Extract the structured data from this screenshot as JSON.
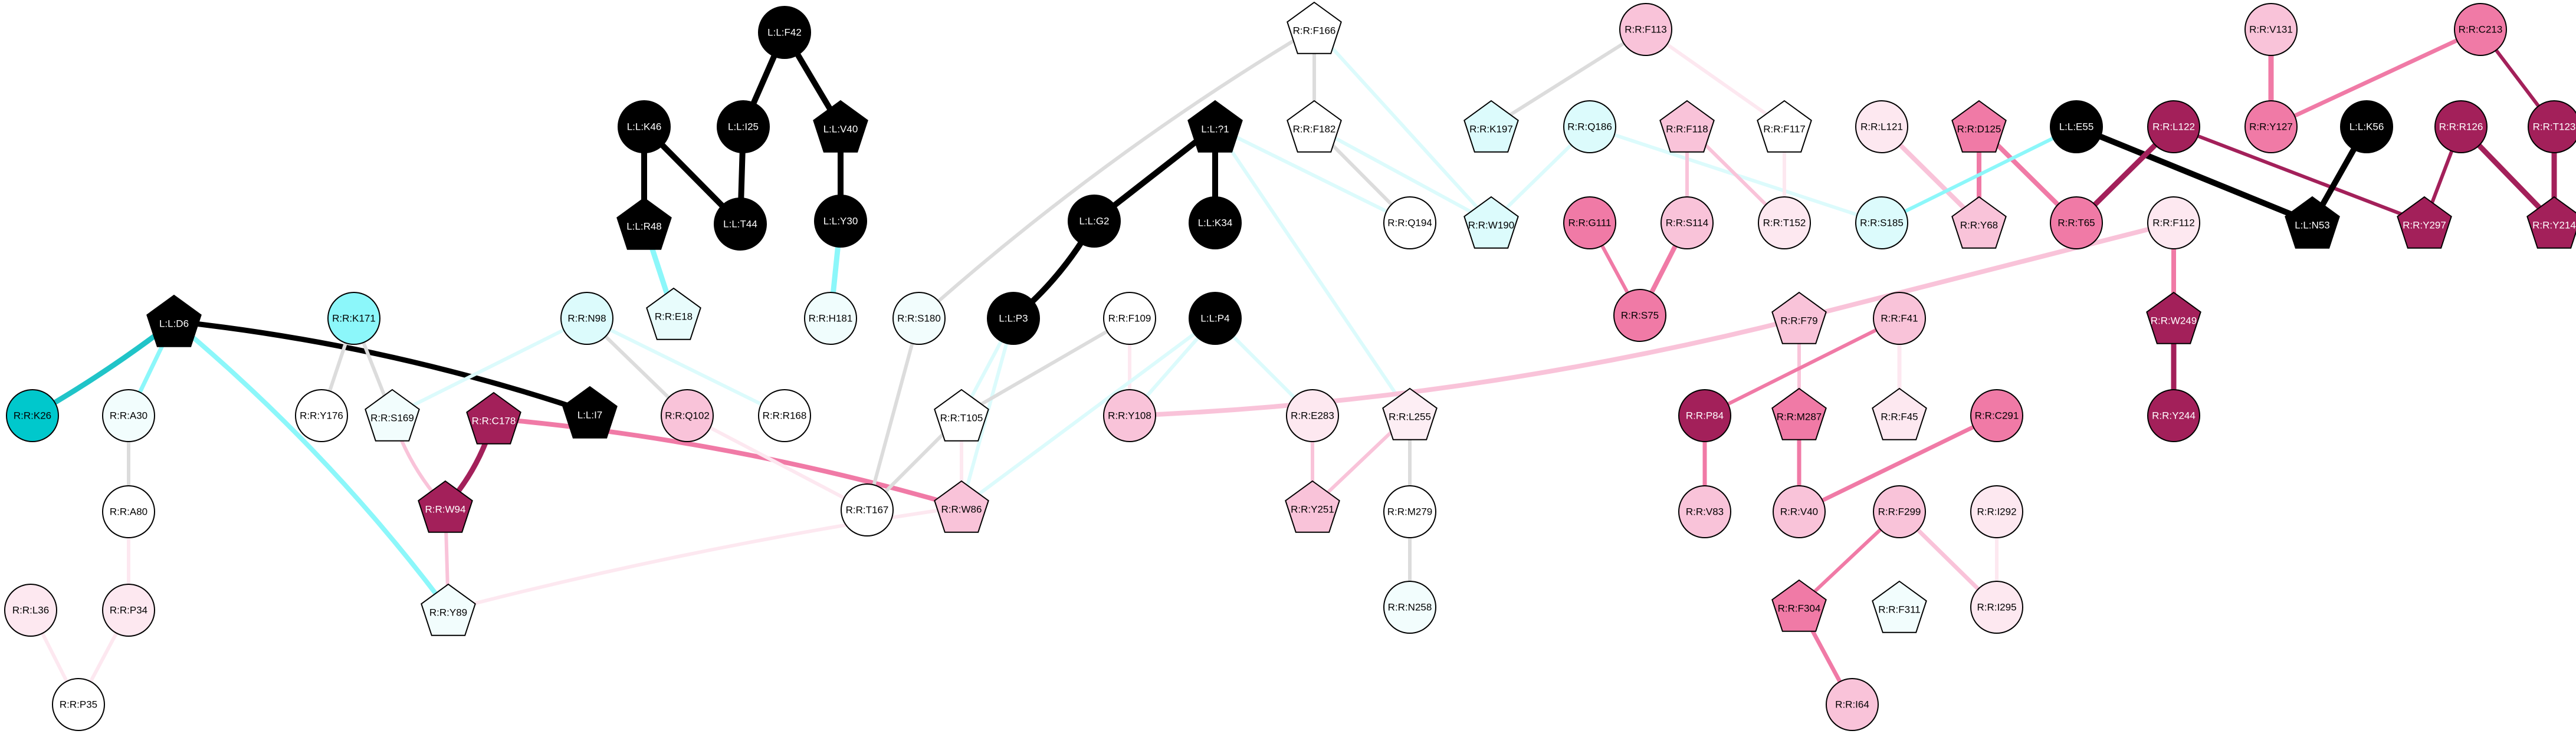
{
  "graph": {
    "nodes": [
      {
        "id": "L:L:F42",
        "shape": "circle",
        "fill": "#000000",
        "text": "#ffffff"
      },
      {
        "id": "L:L:K46",
        "shape": "circle",
        "fill": "#000000",
        "text": "#ffffff"
      },
      {
        "id": "L:L:I25",
        "shape": "circle",
        "fill": "#000000",
        "text": "#ffffff"
      },
      {
        "id": "L:L:V40",
        "shape": "pentagon",
        "fill": "#000000",
        "text": "#ffffff"
      },
      {
        "id": "L:L:R48",
        "shape": "pentagon",
        "fill": "#000000",
        "text": "#ffffff"
      },
      {
        "id": "L:L:T44",
        "shape": "circle",
        "fill": "#000000",
        "text": "#ffffff"
      },
      {
        "id": "L:L:Y30",
        "shape": "circle",
        "fill": "#000000",
        "text": "#ffffff"
      },
      {
        "id": "R:R:E18",
        "shape": "pentagon",
        "fill": "#e8fcfc",
        "text": "#000000"
      },
      {
        "id": "R:R:H181",
        "shape": "circle",
        "fill": "#f0fdfd",
        "text": "#000000"
      },
      {
        "id": "L:L:D6",
        "shape": "pentagon",
        "fill": "#000000",
        "text": "#ffffff"
      },
      {
        "id": "R:R:K26",
        "shape": "circle",
        "fill": "#00c8cc",
        "text": "#000000"
      },
      {
        "id": "R:R:K171",
        "shape": "circle",
        "fill": "#8cf7fa",
        "text": "#000000"
      },
      {
        "id": "R:R:N98",
        "shape": "circle",
        "fill": "#dcfbfc",
        "text": "#000000"
      },
      {
        "id": "R:R:A30",
        "shape": "circle",
        "fill": "#f2fdfd",
        "text": "#000000"
      },
      {
        "id": "R:R:Y176",
        "shape": "circle",
        "fill": "#ffffff",
        "text": "#000000"
      },
      {
        "id": "R:R:S169",
        "shape": "pentagon",
        "fill": "#f2fdfd",
        "text": "#000000"
      },
      {
        "id": "R:R:C178",
        "shape": "pentagon",
        "fill": "#a3205a",
        "text": "#ffffff"
      },
      {
        "id": "L:L:I7",
        "shape": "pentagon",
        "fill": "#000000",
        "text": "#ffffff"
      },
      {
        "id": "R:R:Q102",
        "shape": "circle",
        "fill": "#f9c3d9",
        "text": "#000000"
      },
      {
        "id": "R:R:R168",
        "shape": "circle",
        "fill": "#ffffff",
        "text": "#000000"
      },
      {
        "id": "R:R:A80",
        "shape": "circle",
        "fill": "#ffffff",
        "text": "#000000"
      },
      {
        "id": "R:R:W94",
        "shape": "pentagon",
        "fill": "#a3205a",
        "text": "#ffffff"
      },
      {
        "id": "R:R:L36",
        "shape": "circle",
        "fill": "#fde8f0",
        "text": "#000000"
      },
      {
        "id": "R:R:P34",
        "shape": "circle",
        "fill": "#fde8f0",
        "text": "#000000"
      },
      {
        "id": "R:R:Y89",
        "shape": "pentagon",
        "fill": "#f2fdfd",
        "text": "#000000"
      },
      {
        "id": "R:R:P35",
        "shape": "circle",
        "fill": "#ffffff",
        "text": "#000000"
      },
      {
        "id": "R:R:F166",
        "shape": "pentagon",
        "fill": "#ffffff",
        "text": "#000000"
      },
      {
        "id": "R:R:F182",
        "shape": "pentagon",
        "fill": "#ffffff",
        "text": "#000000"
      },
      {
        "id": "L:L:?1",
        "shape": "pentagon",
        "fill": "#000000",
        "text": "#ffffff"
      },
      {
        "id": "R:R:Q194",
        "shape": "circle",
        "fill": "#ffffff",
        "text": "#000000"
      },
      {
        "id": "L:L:G2",
        "shape": "circle",
        "fill": "#000000",
        "text": "#ffffff"
      },
      {
        "id": "L:L:K34",
        "shape": "circle",
        "fill": "#000000",
        "text": "#ffffff"
      },
      {
        "id": "R:R:S180",
        "shape": "circle",
        "fill": "#f2fdfd",
        "text": "#000000"
      },
      {
        "id": "L:L:P3",
        "shape": "circle",
        "fill": "#000000",
        "text": "#ffffff"
      },
      {
        "id": "R:R:F109",
        "shape": "circle",
        "fill": "#ffffff",
        "text": "#000000"
      },
      {
        "id": "L:L:P4",
        "shape": "circle",
        "fill": "#000000",
        "text": "#ffffff"
      },
      {
        "id": "R:R:T105",
        "shape": "pentagon",
        "fill": "#ffffff",
        "text": "#000000"
      },
      {
        "id": "R:R:Y108",
        "shape": "circle",
        "fill": "#f9c3d9",
        "text": "#000000"
      },
      {
        "id": "R:R:E283",
        "shape": "circle",
        "fill": "#fde8f0",
        "text": "#000000"
      },
      {
        "id": "R:R:L255",
        "shape": "pentagon",
        "fill": "#fdeef4",
        "text": "#000000"
      },
      {
        "id": "R:R:T167",
        "shape": "circle",
        "fill": "#ffffff",
        "text": "#000000"
      },
      {
        "id": "R:R:W86",
        "shape": "pentagon",
        "fill": "#f9c3d9",
        "text": "#000000"
      },
      {
        "id": "R:R:Y251",
        "shape": "pentagon",
        "fill": "#f9c3d9",
        "text": "#000000"
      },
      {
        "id": "R:R:M279",
        "shape": "circle",
        "fill": "#ffffff",
        "text": "#000000"
      },
      {
        "id": "R:R:N258",
        "shape": "circle",
        "fill": "#f2fdfd",
        "text": "#000000"
      },
      {
        "id": "R:R:F113",
        "shape": "circle",
        "fill": "#f9c3d9",
        "text": "#000000"
      },
      {
        "id": "R:R:K197",
        "shape": "pentagon",
        "fill": "#dcfbfc",
        "text": "#000000"
      },
      {
        "id": "R:R:Q186",
        "shape": "circle",
        "fill": "#dcfbfc",
        "text": "#000000"
      },
      {
        "id": "R:R:F118",
        "shape": "pentagon",
        "fill": "#f9c3d9",
        "text": "#000000"
      },
      {
        "id": "R:R:F117",
        "shape": "pentagon",
        "fill": "#ffffff",
        "text": "#000000"
      },
      {
        "id": "R:R:W190",
        "shape": "pentagon",
        "fill": "#dcfbfc",
        "text": "#000000"
      },
      {
        "id": "R:R:G111",
        "shape": "circle",
        "fill": "#f07aa6",
        "text": "#000000"
      },
      {
        "id": "R:R:S114",
        "shape": "circle",
        "fill": "#f9c3d9",
        "text": "#000000"
      },
      {
        "id": "R:R:T152",
        "shape": "circle",
        "fill": "#fde8f0",
        "text": "#000000"
      },
      {
        "id": "R:R:S75",
        "shape": "circle",
        "fill": "#f07aa6",
        "text": "#000000"
      },
      {
        "id": "R:R:L121",
        "shape": "circle",
        "fill": "#fde8f0",
        "text": "#000000"
      },
      {
        "id": "R:R:D125",
        "shape": "pentagon",
        "fill": "#f07aa6",
        "text": "#000000"
      },
      {
        "id": "L:L:E55",
        "shape": "circle",
        "fill": "#000000",
        "text": "#ffffff"
      },
      {
        "id": "R:R:S185",
        "shape": "circle",
        "fill": "#dcfbfc",
        "text": "#000000"
      },
      {
        "id": "R:R:Y68",
        "shape": "pentagon",
        "fill": "#f9c3d9",
        "text": "#000000"
      },
      {
        "id": "R:R:T65",
        "shape": "circle",
        "fill": "#f07aa6",
        "text": "#000000"
      },
      {
        "id": "R:R:L122",
        "shape": "circle",
        "fill": "#a3205a",
        "text": "#ffffff"
      },
      {
        "id": "R:R:V131",
        "shape": "circle",
        "fill": "#f9c3d9",
        "text": "#000000"
      },
      {
        "id": "R:R:C213",
        "shape": "circle",
        "fill": "#f07aa6",
        "text": "#000000"
      },
      {
        "id": "L:L:K56",
        "shape": "circle",
        "fill": "#000000",
        "text": "#ffffff"
      },
      {
        "id": "R:R:R126",
        "shape": "circle",
        "fill": "#a3205a",
        "text": "#ffffff"
      },
      {
        "id": "R:R:T123",
        "shape": "circle",
        "fill": "#a3205a",
        "text": "#ffffff"
      },
      {
        "id": "R:R:Y127",
        "shape": "circle",
        "fill": "#f07aa6",
        "text": "#000000"
      },
      {
        "id": "L:L:N53",
        "shape": "pentagon",
        "fill": "#000000",
        "text": "#ffffff"
      },
      {
        "id": "R:R:Y297",
        "shape": "pentagon",
        "fill": "#a3205a",
        "text": "#ffffff"
      },
      {
        "id": "R:R:Y214",
        "shape": "pentagon",
        "fill": "#a3205a",
        "text": "#ffffff"
      },
      {
        "id": "R:R:F112",
        "shape": "circle",
        "fill": "#fde8f0",
        "text": "#000000"
      },
      {
        "id": "R:R:W249",
        "shape": "pentagon",
        "fill": "#a3205a",
        "text": "#ffffff"
      },
      {
        "id": "R:R:Y244",
        "shape": "circle",
        "fill": "#a3205a",
        "text": "#ffffff"
      },
      {
        "id": "R:R:F79",
        "shape": "pentagon",
        "fill": "#f9c3d9",
        "text": "#000000"
      },
      {
        "id": "R:R:F41",
        "shape": "circle",
        "fill": "#f9c3d9",
        "text": "#000000"
      },
      {
        "id": "R:R:P84",
        "shape": "circle",
        "fill": "#a3205a",
        "text": "#ffffff"
      },
      {
        "id": "R:R:M287",
        "shape": "pentagon",
        "fill": "#f07aa6",
        "text": "#000000"
      },
      {
        "id": "R:R:F45",
        "shape": "pentagon",
        "fill": "#fde8f0",
        "text": "#000000"
      },
      {
        "id": "R:R:C291",
        "shape": "circle",
        "fill": "#f07aa6",
        "text": "#000000"
      },
      {
        "id": "R:R:V83",
        "shape": "circle",
        "fill": "#f9c3d9",
        "text": "#000000"
      },
      {
        "id": "R:R:V40",
        "shape": "circle",
        "fill": "#f9c3d9",
        "text": "#000000"
      },
      {
        "id": "R:R:F299",
        "shape": "circle",
        "fill": "#f9c3d9",
        "text": "#000000"
      },
      {
        "id": "R:R:I292",
        "shape": "circle",
        "fill": "#fde8f0",
        "text": "#000000"
      },
      {
        "id": "R:R:F304",
        "shape": "pentagon",
        "fill": "#f07aa6",
        "text": "#000000"
      },
      {
        "id": "R:R:F311",
        "shape": "pentagon",
        "fill": "#f2fdfd",
        "text": "#000000"
      },
      {
        "id": "R:R:I295",
        "shape": "circle",
        "fill": "#fde8f0",
        "text": "#000000"
      },
      {
        "id": "R:R:I64",
        "shape": "circle",
        "fill": "#f9c3d9",
        "text": "#000000"
      }
    ],
    "edges": [
      {
        "a": "L:L:F42",
        "b": "L:L:I25",
        "color": "#000000"
      },
      {
        "a": "L:L:F42",
        "b": "L:L:V40",
        "color": "#000000"
      },
      {
        "a": "L:L:K46",
        "b": "L:L:R48",
        "color": "#000000"
      },
      {
        "a": "L:L:K46",
        "b": "L:L:T44",
        "color": "#000000"
      },
      {
        "a": "L:L:I25",
        "b": "L:L:T44",
        "color": "#000000"
      },
      {
        "a": "L:L:V40",
        "b": "L:L:Y30",
        "color": "#000000"
      },
      {
        "a": "L:L:R48",
        "b": "R:R:E18",
        "color": "#8cf7fa"
      },
      {
        "a": "L:L:Y30",
        "b": "R:R:H181",
        "color": "#8cf7fa"
      },
      {
        "a": "L:L:D6",
        "b": "R:R:K26",
        "color": "#20c4c8"
      },
      {
        "a": "L:L:D6",
        "b": "R:R:A30",
        "color": "#8cf7fa"
      },
      {
        "a": "L:L:D6",
        "b": "L:L:I7",
        "color": "#000000"
      },
      {
        "a": "L:L:D6",
        "b": "R:R:Y89",
        "color": "#8cf7fa"
      },
      {
        "a": "R:R:K171",
        "b": "R:R:Y176",
        "color": "#dcdcdc"
      },
      {
        "a": "R:R:K171",
        "b": "R:R:S169",
        "color": "#dcdcdc"
      },
      {
        "a": "R:R:N98",
        "b": "R:R:Q102",
        "color": "#dcdcdc"
      },
      {
        "a": "R:R:N98",
        "b": "R:R:S169",
        "color": "#dcfbfc"
      },
      {
        "a": "R:R:N98",
        "b": "R:R:R168",
        "color": "#dcfbfc"
      },
      {
        "a": "R:R:A30",
        "b": "R:R:A80",
        "color": "#dcdcdc"
      },
      {
        "a": "R:R:S169",
        "b": "R:R:W94",
        "color": "#f9c3d9"
      },
      {
        "a": "R:R:C178",
        "b": "R:R:W94",
        "color": "#a3205a"
      },
      {
        "a": "R:R:C178",
        "b": "R:R:W86",
        "color": "#f07aa6"
      },
      {
        "a": "R:R:Q102",
        "b": "R:R:T167",
        "color": "#fde8f0"
      },
      {
        "a": "R:R:W94",
        "b": "R:R:Y89",
        "color": "#f9c3d9"
      },
      {
        "a": "R:R:P34",
        "b": "R:R:P35",
        "color": "#fde8f0"
      },
      {
        "a": "R:R:L36",
        "b": "R:R:P35",
        "color": "#fde8f0"
      },
      {
        "a": "R:R:P34",
        "b": "R:R:A80",
        "color": "#fde8f0"
      },
      {
        "a": "R:R:F166",
        "b": "R:R:F182",
        "color": "#dcdcdc"
      },
      {
        "a": "R:R:F166",
        "b": "R:R:W190",
        "color": "#dcfbfc"
      },
      {
        "a": "R:R:F166",
        "b": "R:R:S180",
        "color": "#dcdcdc"
      },
      {
        "a": "R:R:F182",
        "b": "R:R:Q194",
        "color": "#dcdcdc"
      },
      {
        "a": "L:L:?1",
        "b": "L:L:G2",
        "color": "#000000"
      },
      {
        "a": "L:L:?1",
        "b": "L:L:K34",
        "color": "#000000"
      },
      {
        "a": "L:L:?1",
        "b": "R:R:Q194",
        "color": "#dcfbfc"
      },
      {
        "a": "L:L:?1",
        "b": "R:R:L255",
        "color": "#dcfbfc"
      },
      {
        "a": "L:L:G2",
        "b": "L:L:P3",
        "color": "#000000"
      },
      {
        "a": "L:L:P3",
        "b": "R:R:T105",
        "color": "#dcfbfc"
      },
      {
        "a": "L:L:P3",
        "b": "R:R:W86",
        "color": "#dcfbfc"
      },
      {
        "a": "R:R:F109",
        "b": "R:R:T105",
        "color": "#dcdcdc"
      },
      {
        "a": "R:R:F109",
        "b": "R:R:Y108",
        "color": "#fde8f0"
      },
      {
        "a": "L:L:P4",
        "b": "R:R:Y108",
        "color": "#dcfbfc"
      },
      {
        "a": "L:L:P4",
        "b": "R:R:E283",
        "color": "#dcfbfc"
      },
      {
        "a": "L:L:P4",
        "b": "R:R:W86",
        "color": "#dcfbfc"
      },
      {
        "a": "R:R:T105",
        "b": "R:R:T167",
        "color": "#dcdcdc"
      },
      {
        "a": "R:R:T105",
        "b": "R:R:W86",
        "color": "#fde8f0"
      },
      {
        "a": "R:R:S180",
        "b": "R:R:T167",
        "color": "#dcdcdc"
      },
      {
        "a": "R:R:L255",
        "b": "R:R:Y251",
        "color": "#f9c3d9"
      },
      {
        "a": "R:R:E283",
        "b": "R:R:Y251",
        "color": "#f9c3d9"
      },
      {
        "a": "R:R:L255",
        "b": "R:R:M279",
        "color": "#dcdcdc"
      },
      {
        "a": "R:R:M279",
        "b": "R:R:N258",
        "color": "#dcdcdc"
      },
      {
        "a": "R:R:F113",
        "b": "R:R:K197",
        "color": "#dcdcdc"
      },
      {
        "a": "R:R:F113",
        "b": "R:R:F117",
        "color": "#fde8f0"
      },
      {
        "a": "R:R:Q186",
        "b": "R:R:W190",
        "color": "#dcfbfc"
      },
      {
        "a": "R:R:Q186",
        "b": "R:R:S185",
        "color": "#dcfbfc"
      },
      {
        "a": "R:R:F118",
        "b": "R:R:S114",
        "color": "#f9c3d9"
      },
      {
        "a": "R:R:F118",
        "b": "R:R:T152",
        "color": "#f9c3d9"
      },
      {
        "a": "R:R:F117",
        "b": "R:R:T152",
        "color": "#fde8f0"
      },
      {
        "a": "R:R:F182",
        "b": "R:R:W190",
        "color": "#dcfbfc"
      },
      {
        "a": "R:R:G111",
        "b": "R:R:S75",
        "color": "#f07aa6"
      },
      {
        "a": "R:R:S114",
        "b": "R:R:S75",
        "color": "#f07aa6"
      },
      {
        "a": "R:R:L121",
        "b": "R:R:Y68",
        "color": "#f9c3d9"
      },
      {
        "a": "R:R:D125",
        "b": "R:R:Y68",
        "color": "#f07aa6"
      },
      {
        "a": "R:R:D125",
        "b": "R:R:T65",
        "color": "#f07aa6"
      },
      {
        "a": "L:L:E55",
        "b": "R:R:S185",
        "color": "#8cf7fa"
      },
      {
        "a": "L:L:E55",
        "b": "L:L:N53",
        "color": "#000000"
      },
      {
        "a": "R:R:L122",
        "b": "R:R:T65",
        "color": "#a3205a"
      },
      {
        "a": "R:R:L122",
        "b": "R:R:Y297",
        "color": "#a3205a"
      },
      {
        "a": "R:R:V131",
        "b": "R:R:Y127",
        "color": "#f07aa6"
      },
      {
        "a": "R:R:C213",
        "b": "R:R:Y127",
        "color": "#f07aa6"
      },
      {
        "a": "R:R:C213",
        "b": "R:R:T123",
        "color": "#a3205a"
      },
      {
        "a": "L:L:K56",
        "b": "L:L:N53",
        "color": "#000000"
      },
      {
        "a": "R:R:R126",
        "b": "R:R:Y297",
        "color": "#a3205a"
      },
      {
        "a": "R:R:R126",
        "b": "R:R:Y214",
        "color": "#a3205a"
      },
      {
        "a": "R:R:T123",
        "b": "R:R:Y214",
        "color": "#a3205a"
      },
      {
        "a": "R:R:F112",
        "b": "R:R:W249",
        "color": "#f07aa6"
      },
      {
        "a": "R:R:W249",
        "b": "R:R:Y244",
        "color": "#a3205a"
      },
      {
        "a": "R:R:F112",
        "b": "R:R:F79",
        "color": "#f9c3d9"
      },
      {
        "a": "R:R:F79",
        "b": "R:R:Y108",
        "color": "#f9c3d9"
      },
      {
        "a": "R:R:F79",
        "b": "R:R:M287",
        "color": "#f9c3d9"
      },
      {
        "a": "R:R:F41",
        "b": "R:R:P84",
        "color": "#f07aa6"
      },
      {
        "a": "R:R:F41",
        "b": "R:R:F45",
        "color": "#fde8f0"
      },
      {
        "a": "R:R:P84",
        "b": "R:R:V83",
        "color": "#f07aa6"
      },
      {
        "a": "R:R:M287",
        "b": "R:R:V40",
        "color": "#f07aa6"
      },
      {
        "a": "R:R:C291",
        "b": "R:R:V40",
        "color": "#f07aa6"
      },
      {
        "a": "R:R:F299",
        "b": "R:R:F304",
        "color": "#f07aa6"
      },
      {
        "a": "R:R:F299",
        "b": "R:R:I295",
        "color": "#f9c3d9"
      },
      {
        "a": "R:R:I292",
        "b": "R:R:I295",
        "color": "#fde8f0"
      },
      {
        "a": "R:R:F304",
        "b": "R:R:I64",
        "color": "#f07aa6"
      },
      {
        "a": "R:R:W86",
        "b": "R:R:Y89",
        "color": "#fde8f0"
      }
    ]
  }
}
